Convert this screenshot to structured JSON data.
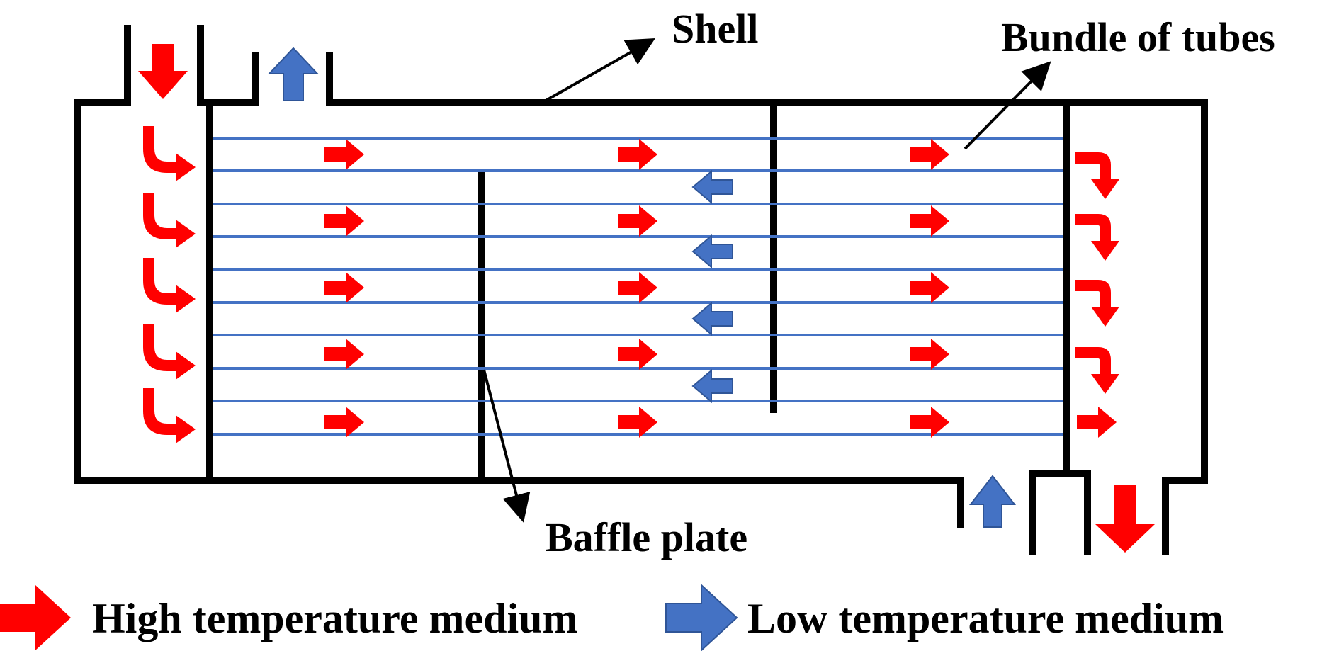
{
  "labels": {
    "shell": "Shell",
    "bundle": "Bundle of tubes",
    "baffle": "Baffle plate"
  },
  "legend": {
    "high": "High temperature medium",
    "low": "Low temperature medium"
  },
  "colors": {
    "high_temperature": "#FF0000",
    "low_temperature": "#4472C4",
    "structure": "#000000",
    "tubes": "#4472C4"
  },
  "icons": {
    "high": "red-arrow-icon",
    "low": "blue-arrow-icon"
  }
}
